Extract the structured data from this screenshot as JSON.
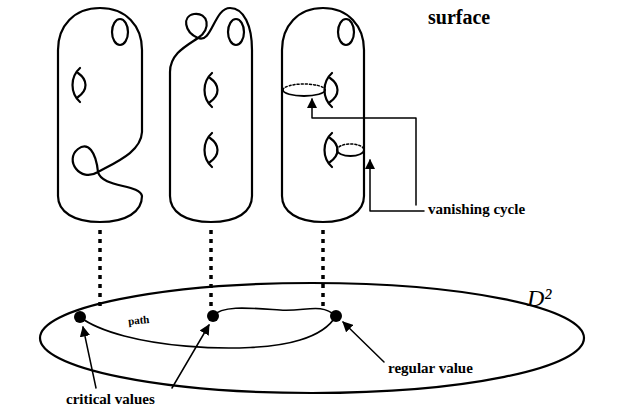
{
  "diagram": {
    "labels": [
      "surface",
      "vanishing cycle",
      "D²",
      "path",
      "critical values",
      "regular value"
    ]
  }
}
